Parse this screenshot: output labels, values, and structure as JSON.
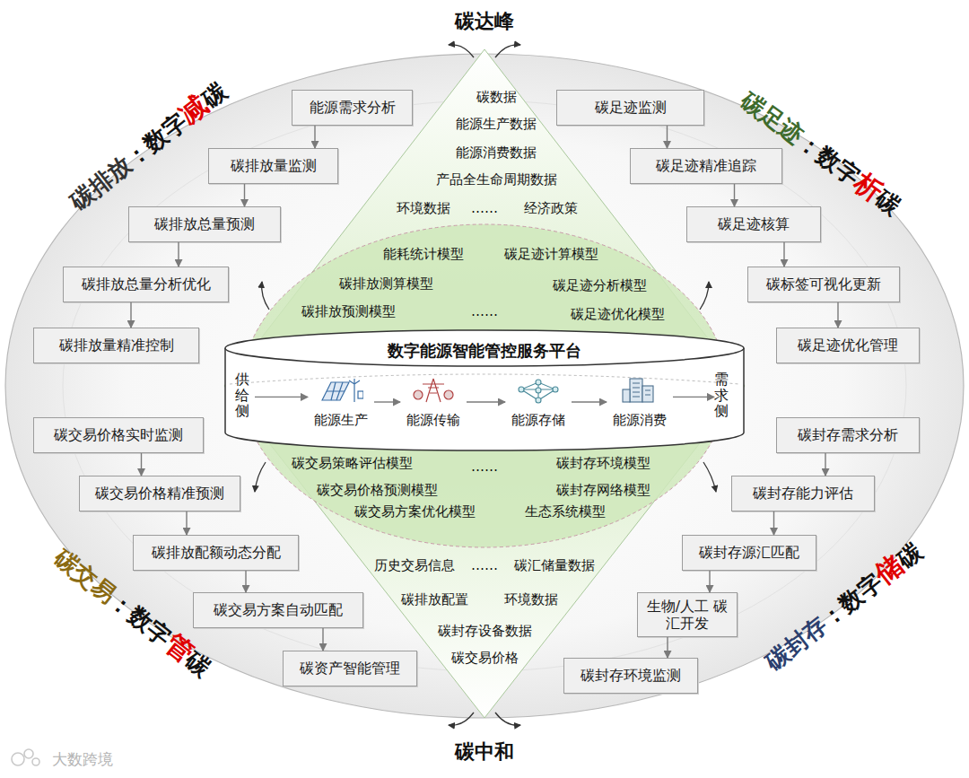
{
  "diagram": {
    "nodes": [
      {
        "text": [
          "碳数据",
          "能源生产数据",
          "能源消费数据",
          "产品全生命周期数据",
          "环境数据",
          "……",
          "经济政策",
          "历史交易信息",
          "……",
          "碳汇储量数据",
          "碳排放配置",
          "环境数据",
          "碳封存设备数据",
          "碳交易价格"
        ]
      },
      {
        "text": [
          "能耗统计模型",
          "碳足迹计算模型",
          "碳排放测算模型",
          "碳足迹分析模型",
          "碳排放预测模型",
          "……",
          "碳足迹优化模型",
          "碳交易策略评估模型",
          "……",
          "碳封存环境模型",
          "碳交易价格预测模型",
          "碳封存网络模型",
          "碳交易方案优化模型",
          "生态系统模型"
        ],
        "in": 0
      },
      {
        "text": [
          "数字能源智能管控服务平台"
        ],
        "in": 1
      },
      {
        "text": [
          "供给侧"
        ],
        "in": 2
      },
      {
        "text": [
          "能源生产"
        ],
        "in": 2
      },
      {
        "text": [
          "能源传输"
        ],
        "in": 2
      },
      {
        "text": [
          "能源存储"
        ],
        "in": 2
      },
      {
        "text": [
          "能源消费"
        ],
        "in": 2
      },
      {
        "text": [
          "需求侧"
        ],
        "in": 2
      },
      {
        "text": [
          "能源需求分析"
        ]
      },
      {
        "text": [
          "碳排放量监测"
        ]
      },
      {
        "text": [
          "碳排放总量预测"
        ]
      },
      {
        "text": [
          "碳排放总量分析优化"
        ]
      },
      {
        "text": [
          "碳排放量精准控制"
        ]
      },
      {
        "text": [
          "碳足迹监测"
        ]
      },
      {
        "text": [
          "碳足迹精准追踪"
        ]
      },
      {
        "text": [
          "碳足迹核算"
        ]
      },
      {
        "text": [
          "碳标签可视化更新"
        ]
      },
      {
        "text": [
          "碳足迹优化管理"
        ]
      },
      {
        "text": [
          "碳交易价格实时监测"
        ]
      },
      {
        "text": [
          "碳交易价格精准预测"
        ]
      },
      {
        "text": [
          "碳排放配额动态分配"
        ]
      },
      {
        "text": [
          "碳交易方案自动匹配"
        ]
      },
      {
        "text": [
          "碳资产智能管理"
        ]
      },
      {
        "text": [
          "碳封存需求分析"
        ]
      },
      {
        "text": [
          "碳封存能力评估"
        ]
      },
      {
        "text": [
          "碳封存源汇匹配"
        ]
      },
      {
        "text": [
          "生物/人工 碳汇开发"
        ]
      },
      {
        "text": [
          "碳封存环境监测"
        ]
      }
    ],
    "edges": [
      {
        "from": 3,
        "to": 4,
        "arrow": "to"
      },
      {
        "from": 4,
        "to": 5,
        "arrow": "to"
      },
      {
        "from": 5,
        "to": 6,
        "arrow": "to"
      },
      {
        "from": 6,
        "to": 7,
        "arrow": "to"
      },
      {
        "from": 7,
        "to": 8,
        "arrow": "to"
      },
      {
        "from": 9,
        "to": 10,
        "arrow": "to"
      },
      {
        "from": 10,
        "to": 11,
        "arrow": "to"
      },
      {
        "from": 11,
        "to": 12,
        "arrow": "to"
      },
      {
        "from": 12,
        "to": 13,
        "arrow": "to"
      },
      {
        "from": 14,
        "to": 15,
        "arrow": "to"
      },
      {
        "from": 15,
        "to": 16,
        "arrow": "to"
      },
      {
        "from": 16,
        "to": 17,
        "arrow": "to"
      },
      {
        "from": 17,
        "to": 18,
        "arrow": "to"
      },
      {
        "from": 19,
        "to": 20,
        "arrow": "to"
      },
      {
        "from": 20,
        "to": 21,
        "arrow": "to"
      },
      {
        "from": 21,
        "to": 22,
        "arrow": "to"
      },
      {
        "from": 22,
        "to": 23,
        "arrow": "to"
      },
      {
        "from": 24,
        "to": 25,
        "arrow": "to"
      },
      {
        "from": 25,
        "to": 26,
        "arrow": "to"
      },
      {
        "from": 26,
        "to": 27,
        "arrow": "to"
      },
      {
        "from": 27,
        "to": 28,
        "arrow": "to"
      }
    ],
    "labels": [
      "碳达峰",
      "碳中和",
      "碳排放",
      "：数字",
      "减",
      "碳",
      "碳足迹",
      "：数字",
      "析",
      "碳",
      "碳交易",
      "：数字",
      "管",
      "碳",
      "碳封存",
      "：数字",
      "储",
      "碳",
      "大数跨境"
    ]
  }
}
